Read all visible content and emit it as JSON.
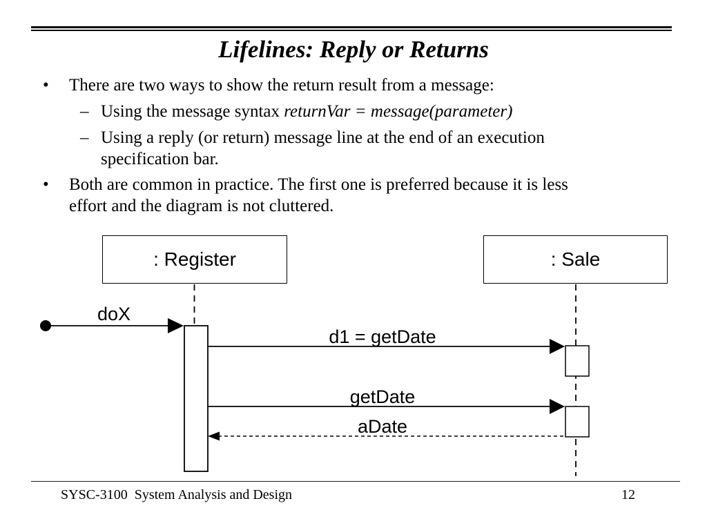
{
  "slide": {
    "title": "Lifelines: Reply or Returns",
    "bullet_glyph": "•",
    "dash_glyph": "–",
    "bullets": {
      "b1": "There are two ways to show the return result from a message:",
      "sub1_prefix": "Using the message syntax ",
      "sub1_italic": "returnVar = message(parameter)",
      "sub2_lines": [
        "Using a reply (or return) message line at the end of an execution",
        "specification bar."
      ],
      "b2_lines": [
        "Both are common in practice. The first one is preferred because it is less",
        "effort and the diagram is not cluttered."
      ]
    }
  },
  "diagram": {
    "register_label": ": Register",
    "sale_label": ": Sale",
    "found_message": "doX",
    "message1": "d1 = getDate",
    "message2": "getDate",
    "reply_message": "aDate"
  },
  "footer": {
    "course": "SYSC-3100  System Analysis and Design",
    "page_number": "12"
  },
  "colors": {
    "ink": "#000000",
    "background": "#ffffff"
  }
}
